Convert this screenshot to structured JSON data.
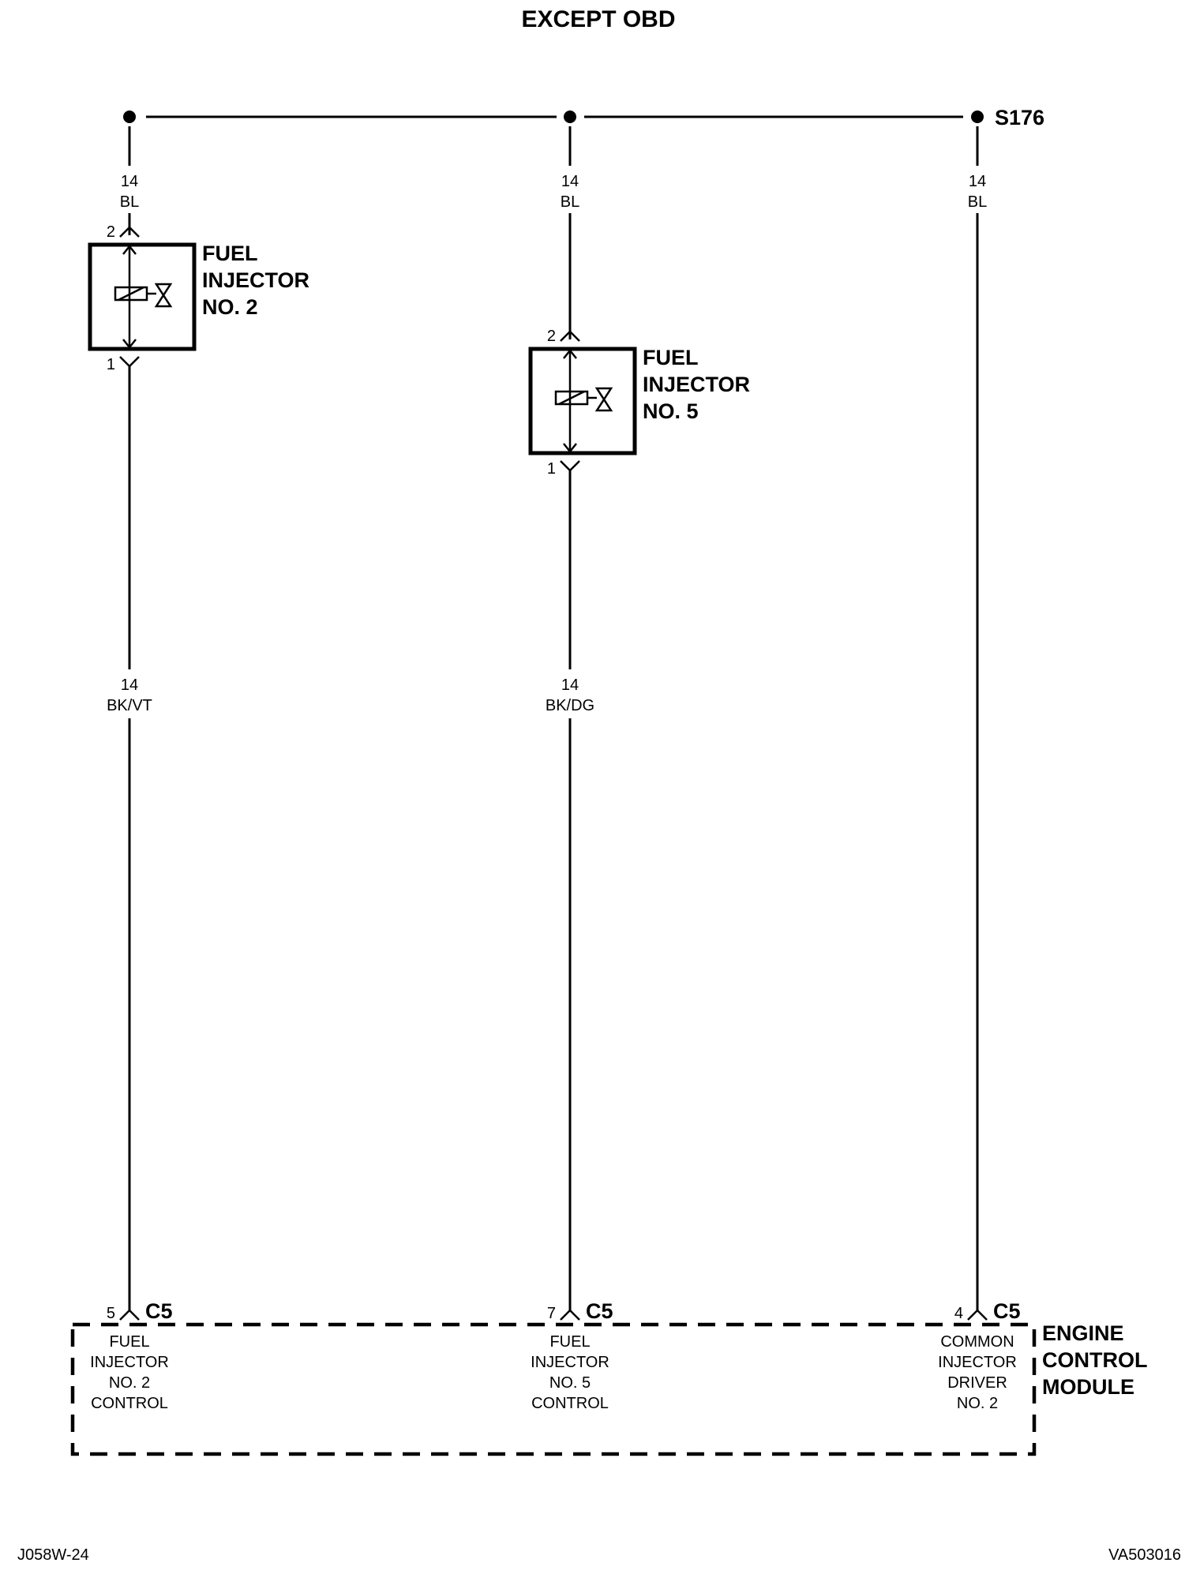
{
  "title": "EXCEPT OBD",
  "splice": "S176",
  "wires": {
    "top_left": {
      "gauge": "14",
      "color": "BL"
    },
    "top_mid": {
      "gauge": "14",
      "color": "BL"
    },
    "top_right": {
      "gauge": "14",
      "color": "BL"
    },
    "mid_left": {
      "gauge": "14",
      "color": "BK/VT"
    },
    "mid_mid": {
      "gauge": "14",
      "color": "BK/DG"
    }
  },
  "injector2": {
    "pin_top": "2",
    "pin_bottom": "1",
    "label": [
      "FUEL",
      "INJECTOR",
      "NO. 2"
    ]
  },
  "injector5": {
    "pin_top": "2",
    "pin_bottom": "1",
    "label": [
      "FUEL",
      "INJECTOR",
      "NO. 5"
    ]
  },
  "ecm": {
    "label": [
      "ENGINE",
      "CONTROL",
      "MODULE"
    ],
    "connector": "C5",
    "pins": [
      {
        "num": "5",
        "lines": [
          "FUEL",
          "INJECTOR",
          "NO. 2",
          "CONTROL"
        ]
      },
      {
        "num": "7",
        "lines": [
          "FUEL",
          "INJECTOR",
          "NO. 5",
          "CONTROL"
        ]
      },
      {
        "num": "4",
        "lines": [
          "COMMON",
          "INJECTOR",
          "DRIVER",
          "NO. 2"
        ]
      }
    ]
  },
  "footer": {
    "left": "J058W-24",
    "right": "VA503016"
  }
}
